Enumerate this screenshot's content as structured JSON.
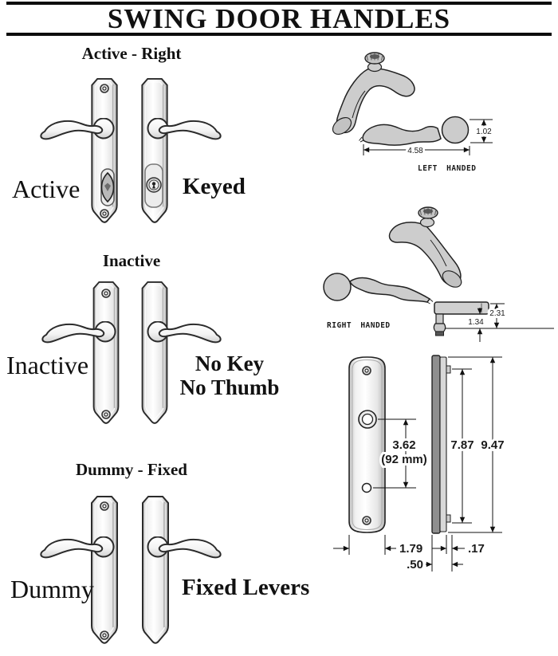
{
  "title": "SWING DOOR HANDLES",
  "sections": [
    {
      "heading": "Active - Right",
      "left_label": "Active",
      "right_label_lines": [
        "Keyed"
      ]
    },
    {
      "heading": "Inactive",
      "left_label": "Inactive",
      "right_label_lines": [
        "No Key",
        "No Thumb"
      ]
    },
    {
      "heading": "Dummy - Fixed",
      "left_label": "Dummy",
      "right_label_lines": [
        "Fixed Levers"
      ]
    }
  ],
  "drawings": {
    "left_handed": {
      "caption": "LEFT HANDED",
      "height_dim": "1.02",
      "length_dim": "4.58"
    },
    "right_handed": {
      "caption": "RIGHT HANDED",
      "total_height_dim": "2.31",
      "spindle_dim": "1.34"
    },
    "plate": {
      "hole_spacing_in": "3.62",
      "hole_spacing_mm": "(92 mm)",
      "screw_spacing": "7.87",
      "overall_height": "9.47",
      "width": "1.79",
      "thickness": ".17",
      "depth": ".50"
    }
  },
  "colors": {
    "ink": "#111111",
    "metal_light": "#f2f2f2",
    "metal_mid": "#c9c9c9",
    "metal_dark": "#8f8f8f"
  }
}
